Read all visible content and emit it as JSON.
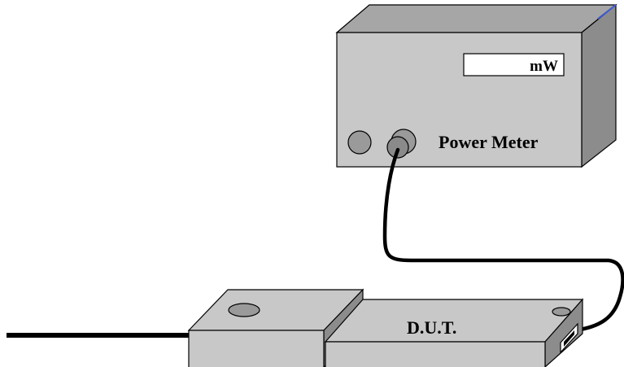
{
  "power_meter": {
    "label": "Power Meter",
    "display_unit": "mW"
  },
  "dut": {
    "label": "D.U.T."
  },
  "colors": {
    "device_face": "#c8c8c8",
    "device_top": "#a6a6a6",
    "device_side": "#8c8c8c",
    "cable": "#000000",
    "display": "#ffffff",
    "accent_edge": "#3b5bd6"
  },
  "icons": {
    "left_knob": "round-knob",
    "fiber_port": "optical-connector"
  }
}
